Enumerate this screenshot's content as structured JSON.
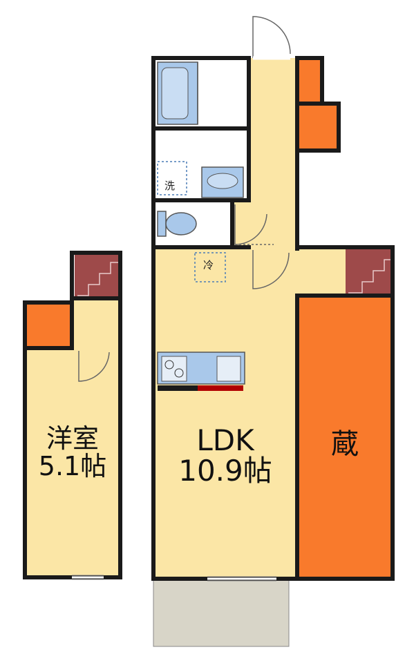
{
  "rooms": {
    "western_room": {
      "name": "洋室",
      "size": "5.1帖"
    },
    "ldk": {
      "name": "LDK",
      "size": "10.9帖"
    },
    "storage": {
      "name": "蔵"
    }
  },
  "fixtures": {
    "washer": "洗",
    "fridge": "冷"
  },
  "colors": {
    "floor": "#fbe6a6",
    "wall": "#1a1a1a",
    "storage": "#f97a2c",
    "stairs": "#9e4a4a",
    "balcony": "#d8d5c8",
    "fixture": "#a9c8ea",
    "counter_red": "#b00000"
  }
}
